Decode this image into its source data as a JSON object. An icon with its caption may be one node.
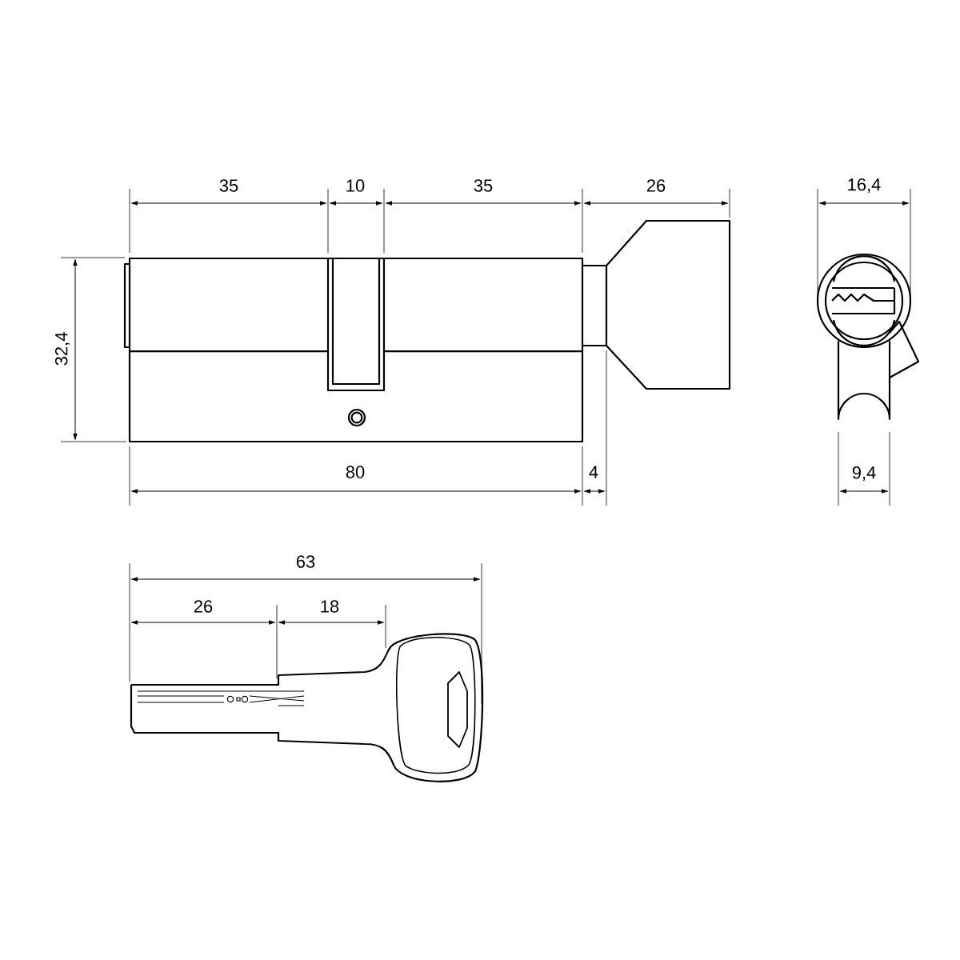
{
  "diagram": {
    "labels": [
      "35",
      "10",
      "35",
      "26",
      "16,4",
      "32,4",
      "80",
      "4",
      "9,4",
      "63",
      "26",
      "18"
    ]
  }
}
